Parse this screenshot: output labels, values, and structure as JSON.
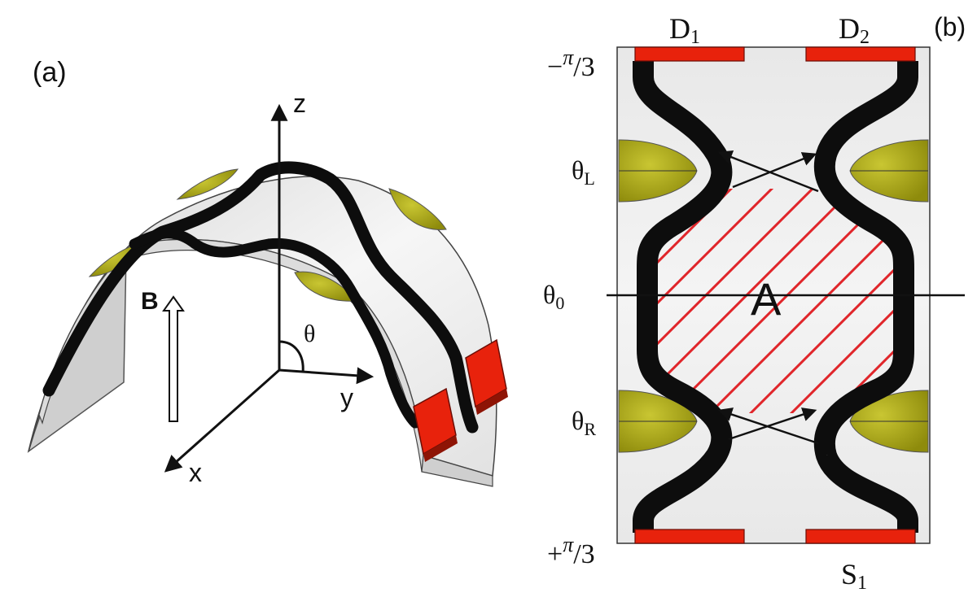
{
  "panel_a": {
    "label": "(a)",
    "axis_z": "z",
    "axis_y": "y",
    "axis_x": "x",
    "angle": "θ",
    "field": "B"
  },
  "panel_b": {
    "label": "(b)",
    "d1": "D",
    "d1_sub": "1",
    "d2": "D",
    "d2_sub": "2",
    "s1": "S",
    "s1_sub": "1",
    "top_sign": "−",
    "bottom_sign": "+",
    "pi": "π",
    "slash_three": "/3",
    "theta": "θ",
    "theta_l_sub": "L",
    "theta_0_sub": "0",
    "theta_r_sub": "R",
    "area": "A"
  },
  "colors": {
    "contact": "#e8220c",
    "gate": "#b5b316",
    "channel": "#111111",
    "surface": "#e9e9e9",
    "hatch": "#e0252a"
  }
}
